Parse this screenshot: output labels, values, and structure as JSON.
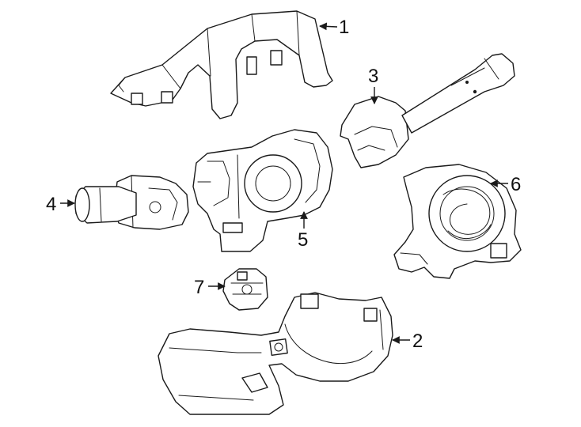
{
  "callouts": [
    {
      "label": "1"
    },
    {
      "label": "2"
    },
    {
      "label": "3"
    },
    {
      "label": "4"
    },
    {
      "label": "5"
    },
    {
      "label": "6"
    },
    {
      "label": "7"
    }
  ],
  "colors": {
    "line": "#1a1a1a",
    "background": "#ffffff"
  }
}
